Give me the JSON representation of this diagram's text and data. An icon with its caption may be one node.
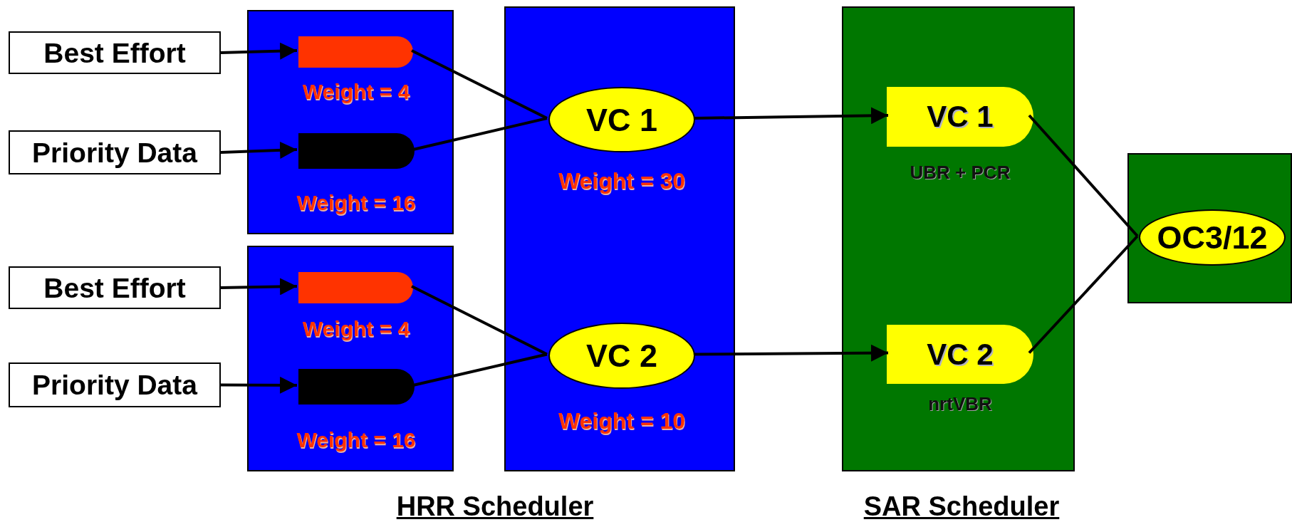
{
  "diagram": {
    "nodes": [
      {
        "text": [
          "Best Effort"
        ]
      },
      {
        "text": [
          "Priority Data"
        ]
      },
      {
        "text": [
          "Best Effort"
        ]
      },
      {
        "text": [
          "Priority Data"
        ]
      },
      {
        "text": [],
        "shape": "box"
      },
      {
        "text": [],
        "shape": "bar",
        "in": 4,
        "beside": [
          "Weight = 4"
        ]
      },
      {
        "text": [],
        "shape": "bar",
        "in": 4,
        "beside": [
          "Weight = 16"
        ]
      },
      {
        "text": [],
        "shape": "box"
      },
      {
        "text": [],
        "shape": "bar",
        "in": 7,
        "beside": [
          "Weight = 4"
        ]
      },
      {
        "text": [],
        "shape": "bar",
        "in": 7,
        "beside": [
          "Weight = 16"
        ]
      },
      {
        "text": [
          "HRR Scheduler"
        ]
      },
      {
        "text": [
          "VC 1"
        ],
        "in": 10,
        "beside": [
          "Weight = 30"
        ]
      },
      {
        "text": [
          "VC 2"
        ],
        "in": 10,
        "beside": [
          "Weight = 10"
        ]
      },
      {
        "text": [
          "SAR Scheduler"
        ]
      },
      {
        "text": [
          "VC 1"
        ],
        "in": 13,
        "beside": [
          "UBR + PCR"
        ]
      },
      {
        "text": [
          "VC 2"
        ],
        "in": 13,
        "beside": [
          "nrtVBR"
        ]
      },
      {
        "text": [],
        "shape": "box"
      },
      {
        "text": [
          "OC3/12"
        ],
        "in": 16
      }
    ],
    "edges": [
      {
        "from": 0,
        "to": 5,
        "arrow": "to"
      },
      {
        "from": 1,
        "to": 6,
        "arrow": "to"
      },
      {
        "from": 2,
        "to": 8,
        "arrow": "to"
      },
      {
        "from": 3,
        "to": 9,
        "arrow": "to"
      },
      {
        "from": 5,
        "to": 11,
        "arrow": "none"
      },
      {
        "from": 6,
        "to": 11,
        "arrow": "none"
      },
      {
        "from": 8,
        "to": 12,
        "arrow": "none"
      },
      {
        "from": 9,
        "to": 12,
        "arrow": "none"
      },
      {
        "from": 11,
        "to": 14,
        "arrow": "to"
      },
      {
        "from": 12,
        "to": 15,
        "arrow": "to"
      },
      {
        "from": 14,
        "to": 17,
        "arrow": "none"
      },
      {
        "from": 15,
        "to": 17,
        "arrow": "none"
      }
    ]
  }
}
